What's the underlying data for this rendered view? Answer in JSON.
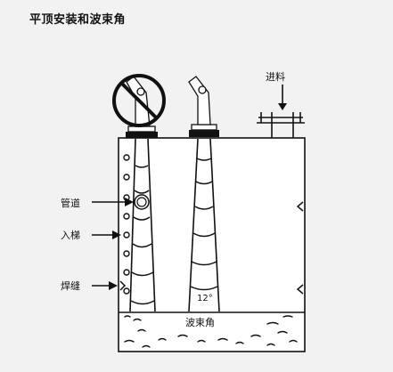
{
  "title": "平顶安装和波束角",
  "labels": {
    "feed": "进料",
    "pipe": "管道",
    "ladder": "入梯",
    "weld": "焊缝",
    "beam_angle_label": "波束角",
    "angle_value": "12°"
  },
  "colors": {
    "background": "#f2f2f2",
    "line": "#111111",
    "fill": "#ffffff"
  }
}
